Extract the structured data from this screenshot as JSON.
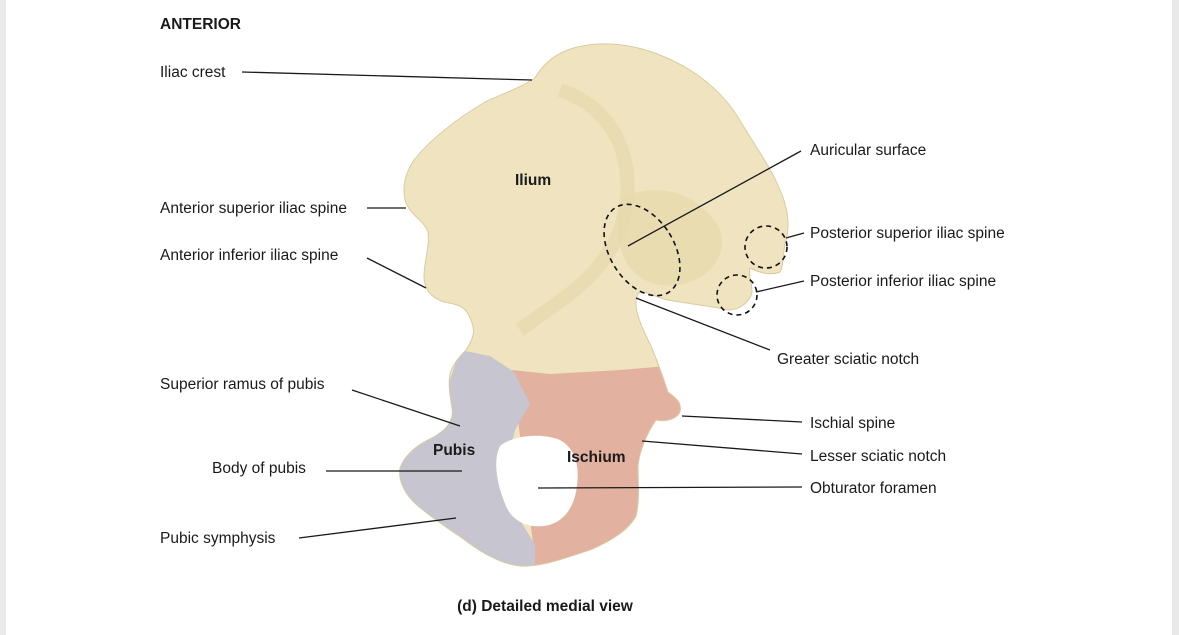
{
  "orientation_label": "ANTERIOR",
  "caption": "(d) Detailed medial view",
  "colors": {
    "ilium": "#efe4bf",
    "ischium": "#e2b1a0",
    "pubis": "#c7c5cf",
    "leader": "#1a1a1a"
  },
  "regions": {
    "ilium": "Ilium",
    "pubis": "Pubis",
    "ischium": "Ischium"
  },
  "left_labels": [
    {
      "id": "iliac-crest",
      "text": "Iliac crest"
    },
    {
      "id": "anterior-superior-iliac-spine",
      "text": "Anterior superior iliac spine"
    },
    {
      "id": "anterior-inferior-iliac-spine",
      "text": "Anterior inferior iliac spine"
    },
    {
      "id": "superior-ramus-of-pubis",
      "text": "Superior ramus of pubis"
    },
    {
      "id": "body-of-pubis",
      "text": "Body of pubis"
    },
    {
      "id": "pubic-symphysis",
      "text": "Pubic symphysis"
    }
  ],
  "right_labels": [
    {
      "id": "auricular-surface",
      "text": "Auricular surface"
    },
    {
      "id": "posterior-superior-iliac-spine",
      "text": "Posterior superior iliac spine"
    },
    {
      "id": "posterior-inferior-iliac-spine",
      "text": "Posterior inferior iliac spine"
    },
    {
      "id": "greater-sciatic-notch",
      "text": "Greater sciatic notch"
    },
    {
      "id": "ischial-spine",
      "text": "Ischial spine"
    },
    {
      "id": "lesser-sciatic-notch",
      "text": "Lesser sciatic notch"
    },
    {
      "id": "obturator-foramen",
      "text": "Obturator foramen"
    }
  ]
}
